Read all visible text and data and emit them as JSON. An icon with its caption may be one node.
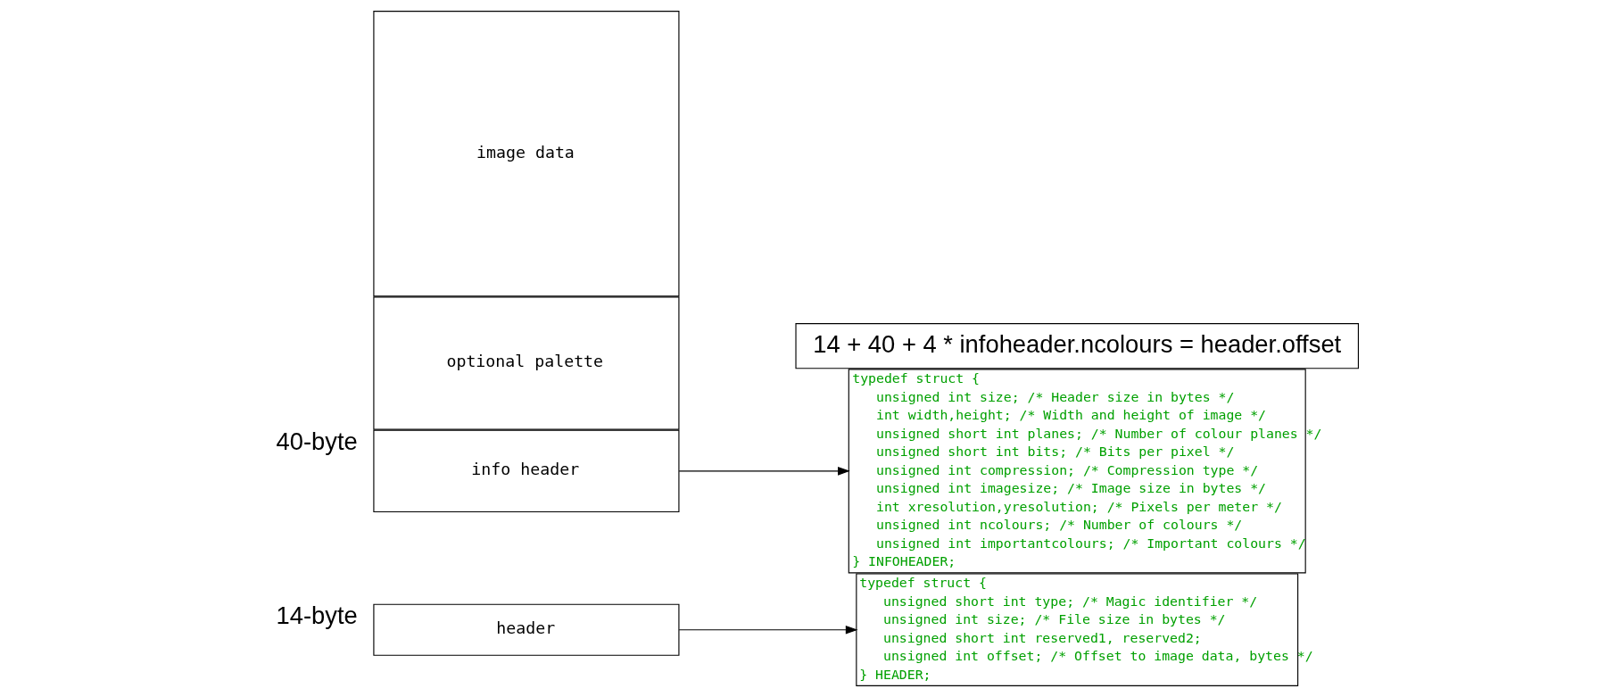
{
  "diagram": {
    "nodes": [
      {
        "text": [
          "header"
        ],
        "beside": [
          "14-byte"
        ]
      },
      {
        "text": [
          "info header"
        ],
        "beside": [
          "40-byte"
        ]
      },
      {
        "text": [
          "optional palette"
        ]
      },
      {
        "text": [
          "image data"
        ]
      },
      {
        "text": [
          "typedef struct {",
          "unsigned short int type; /* Magic identifier */",
          "unsigned int size; /* File size in bytes */",
          "unsigned short int reserved1, reserved2;",
          "unsigned int offset; /* Offset to image data, bytes */",
          "} HEADER;"
        ]
      },
      {
        "text": [
          "typedef struct {",
          "unsigned int size; /* Header size in bytes */",
          "int width,height; /* Width and height of image */",
          "unsigned short int planes; /* Number of colour planes */",
          "unsigned short int bits; /* Bits per pixel */",
          "unsigned int compression; /* Compression type */",
          "unsigned int imagesize; /* Image size in bytes */",
          "int xresolution,yresolution; /* Pixels per meter */",
          "unsigned int ncolours; /* Number of colours */",
          "unsigned int importantcolours; /* Important colours */",
          "} INFOHEADER;"
        ]
      },
      {
        "text": [
          "14 + 40 + 4 * infoheader.ncolours = header.offset"
        ]
      }
    ],
    "edges": [
      {
        "from": 0,
        "to": 4,
        "arrow": "to"
      },
      {
        "from": 1,
        "to": 5,
        "arrow": "to"
      }
    ]
  }
}
